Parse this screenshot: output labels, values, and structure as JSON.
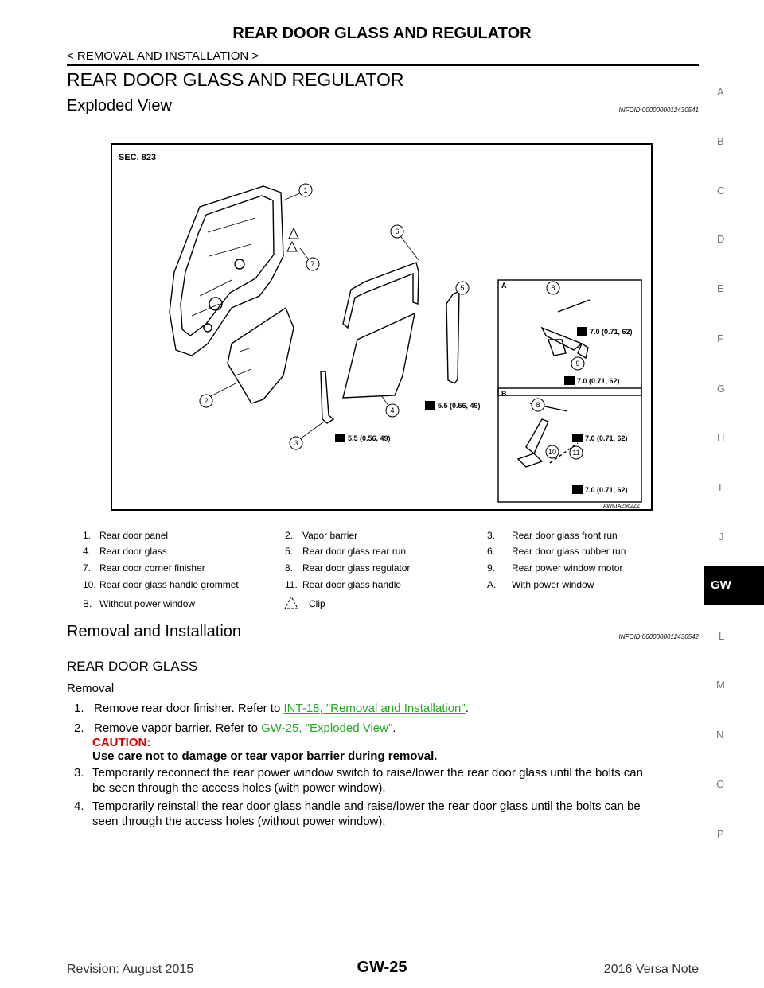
{
  "header": {
    "title": "REAR DOOR GLASS AND REGULATOR",
    "breadcrumb": "< REMOVAL AND INSTALLATION >"
  },
  "section_title": "REAR DOOR GLASS AND REGULATOR",
  "exploded": {
    "title": "Exploded View",
    "infoid": "INFOID:0000000012430541"
  },
  "diagram": {
    "sec": "SEC. 823",
    "code": "AWKIA2562ZZ",
    "torque_a1": "7.0 (0.71, 62)",
    "torque_a2": "7.0 (0.71, 62)",
    "torque_b1": "7.0 (0.71, 62)",
    "torque_b2": "7.0 (0.71, 62)",
    "torque_5": "5.5 (0.56, 49)",
    "torque_3": "5.5 (0.56, 49)",
    "label_a": "A",
    "label_b": "B",
    "callouts": [
      "1",
      "2",
      "3",
      "4",
      "5",
      "6",
      "7",
      "8",
      "9",
      "8",
      "10",
      "11"
    ]
  },
  "legend": [
    [
      "1.",
      "Rear door panel",
      "2.",
      "Vapor barrier",
      "3.",
      "Rear door glass front run"
    ],
    [
      "4.",
      "Rear door glass",
      "5.",
      "Rear door glass rear run",
      "6.",
      "Rear door glass rubber run"
    ],
    [
      "7.",
      "Rear door corner finisher",
      "8.",
      "Rear door glass regulator",
      "9.",
      "Rear power window motor"
    ],
    [
      "10.",
      "Rear door glass handle grommet",
      "11.",
      "Rear door glass handle",
      "A.",
      "With power window"
    ],
    [
      "B.",
      "Without power window",
      "",
      "Clip",
      "",
      ""
    ]
  ],
  "removal": {
    "title": "Removal and Installation",
    "infoid": "INFOID:0000000012430542",
    "subtitle": "REAR DOOR GLASS",
    "label": "Removal",
    "step1_text": "Remove rear door finisher. Refer to ",
    "step1_link": "INT-18, \"Removal and Installation\"",
    "step2_text": "Remove vapor barrier. Refer to ",
    "step2_link": "GW-25, \"Exploded View\"",
    "caution_label": "CAUTION:",
    "caution_text": "Use care not to damage or tear vapor barrier during removal.",
    "step3_a": "Temporarily reconnect the rear power window switch to raise/lower the rear door glass until the bolts can",
    "step3_b": "be seen through the access holes (with power window).",
    "step4_a": "Temporarily reinstall the rear door glass handle and raise/lower the rear door glass until the bolts can be",
    "step4_b": "seen through the access holes (without power window)."
  },
  "side_tabs": [
    "A",
    "B",
    "C",
    "D",
    "E",
    "F",
    "G",
    "H",
    "I",
    "J",
    "GW",
    "L",
    "M",
    "N",
    "O",
    "P"
  ],
  "footer": {
    "revision": "Revision: August 2015",
    "page": "GW-25",
    "model": "2016 Versa Note"
  }
}
